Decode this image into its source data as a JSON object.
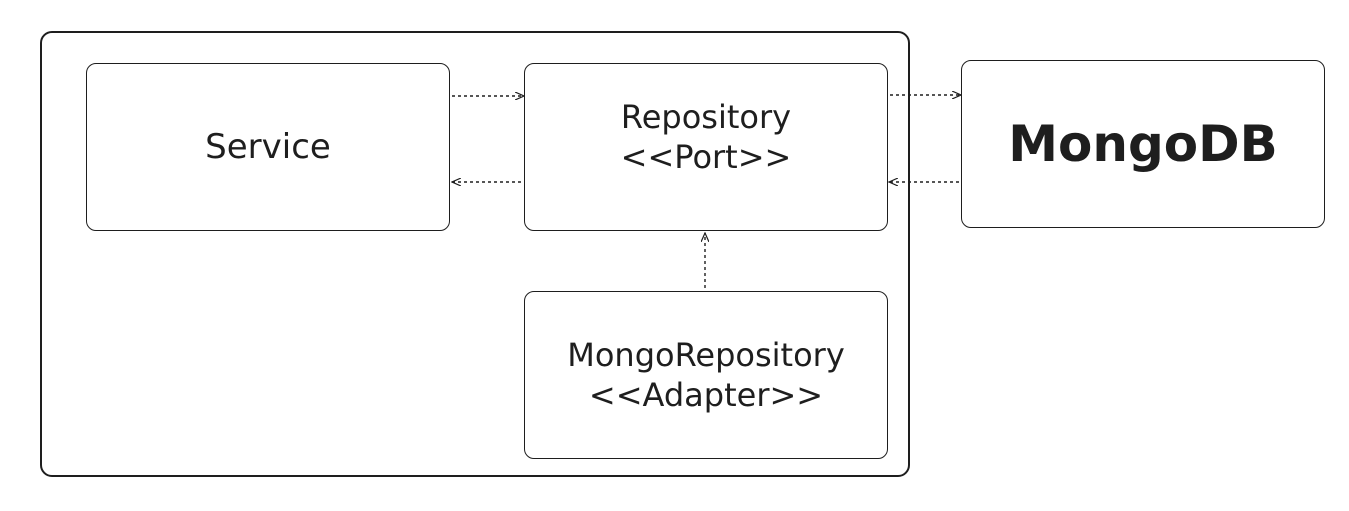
{
  "diagram": {
    "nodes": {
      "service": {
        "label": "Service"
      },
      "repository": {
        "line1": "Repository",
        "line2": "<<Port>>"
      },
      "adapter": {
        "line1": "MongoRepository",
        "line2": "<<Adapter>>"
      },
      "mongodb": {
        "label": "MongoDB"
      }
    },
    "edges": [
      {
        "from": "service",
        "to": "repository",
        "style": "dashed"
      },
      {
        "from": "repository",
        "to": "service",
        "style": "dashed"
      },
      {
        "from": "repository",
        "to": "mongodb",
        "style": "dashed"
      },
      {
        "from": "mongodb",
        "to": "repository",
        "style": "dashed"
      },
      {
        "from": "adapter",
        "to": "repository",
        "style": "dashed"
      }
    ],
    "colors": {
      "stroke": "#1e1e1e",
      "background": "#ffffff"
    }
  }
}
